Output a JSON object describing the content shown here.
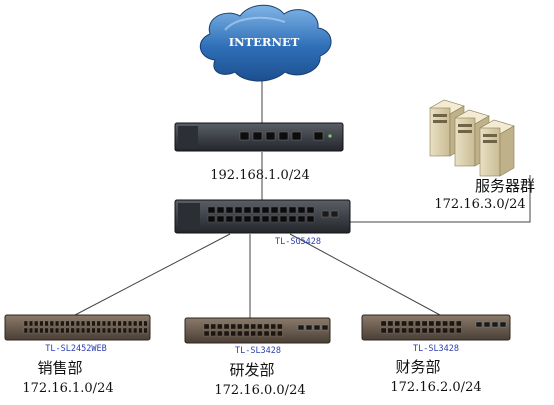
{
  "diagram": {
    "internet_label": "INTERNET",
    "router": {
      "subnet": "192.168.1.0/24"
    },
    "core_switch": {
      "model": "TL-SG5428"
    },
    "server_group": {
      "label": "服务器群",
      "subnet": "172.16.3.0/24"
    },
    "departments": [
      {
        "model": "TL-SL2452WEB",
        "name": "销售部",
        "subnet": "172.16.1.0/24"
      },
      {
        "model": "TL-SL3428",
        "name": "研发部",
        "subnet": "172.16.0.0/24"
      },
      {
        "model": "TL-SL3428",
        "name": "财务部",
        "subnet": "172.16.2.0/24"
      }
    ]
  }
}
